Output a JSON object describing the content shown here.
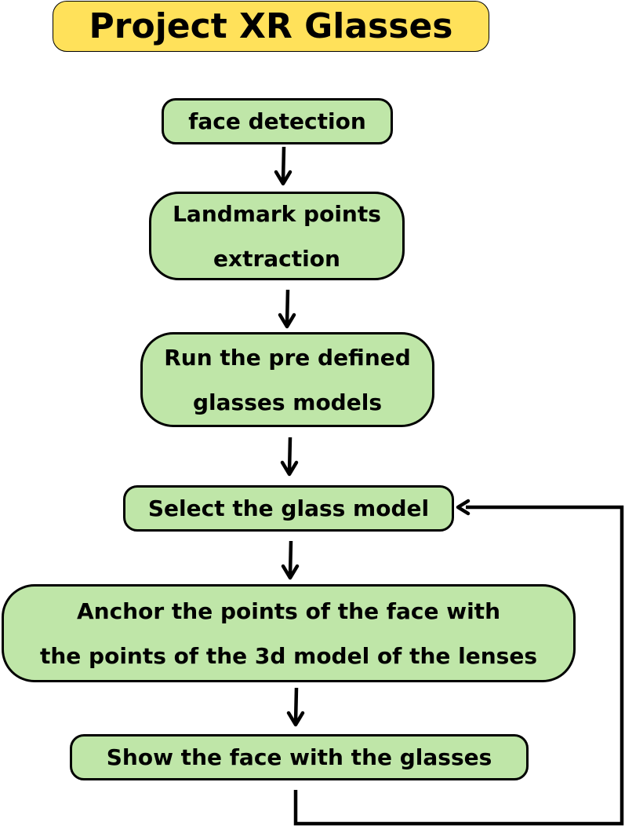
{
  "title": "Project XR Glasses",
  "colors": {
    "title_fill": "#ffe15a",
    "step_fill": "#bfe6a8",
    "stroke": "#000000"
  },
  "steps": [
    {
      "lines": [
        "face detection"
      ]
    },
    {
      "lines": [
        "Landmark points",
        "extraction"
      ]
    },
    {
      "lines": [
        "Run the pre defined",
        "glasses models"
      ]
    },
    {
      "lines": [
        "Select the glass model"
      ]
    },
    {
      "lines": [
        "Anchor the points of the face with",
        "the points of the 3d model of the lenses"
      ]
    },
    {
      "lines": [
        "Show the face with the glasses"
      ]
    }
  ]
}
